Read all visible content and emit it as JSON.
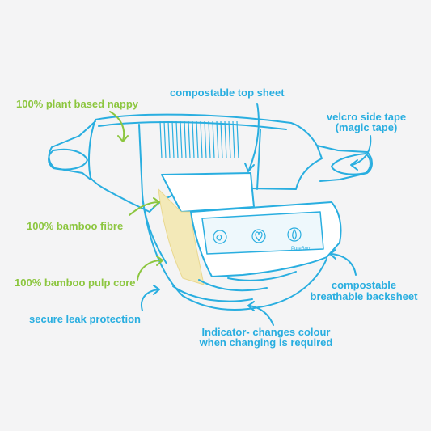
{
  "labels": {
    "plant_based": "100% plant based nappy",
    "top_sheet": "compostable top sheet",
    "side_tape_1": "velcro side tape",
    "side_tape_2": "(magic tape)",
    "bamboo_fibre": "100% bamboo fibre",
    "pulp_core": "100% bamboo pulp core",
    "leak_protection": "secure leak protection",
    "indicator_1": "Indicator- changes colour",
    "indicator_2": "when changing is required",
    "backsheet_1": "compostable",
    "backsheet_2": "breathable backsheet"
  },
  "brand_mark": "PureBorn",
  "colors": {
    "outline": "#29aee0",
    "blue_text": "#29aee0",
    "green_text": "#8cc63f",
    "core": "#f3e9b8",
    "background": "#f4f4f5"
  }
}
